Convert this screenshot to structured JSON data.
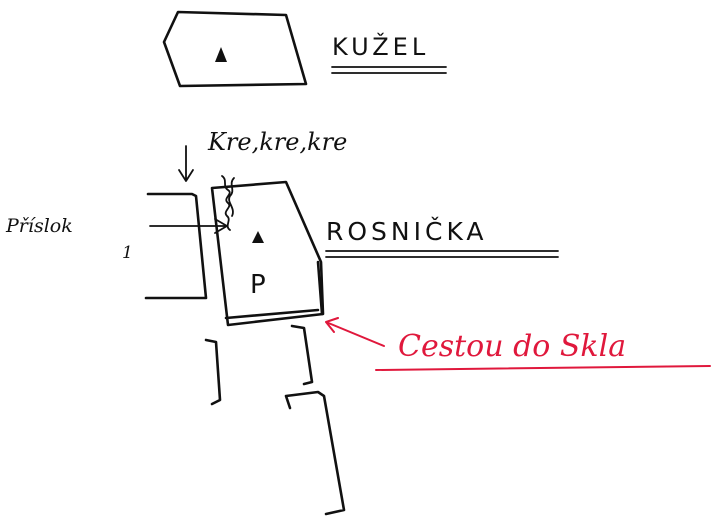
{
  "labels": {
    "kuzel": "KUŽEL",
    "sound": "Kre,kre,kre",
    "rosnicka": "ROSNIČKA",
    "prislok": "Příslok",
    "prislok_num": "1",
    "cesta": "Cestou do Skla"
  },
  "markers": {
    "triangle": "▲",
    "p_letter": "P"
  },
  "colors": {
    "ink": "#111111",
    "red": "#e0183c"
  }
}
